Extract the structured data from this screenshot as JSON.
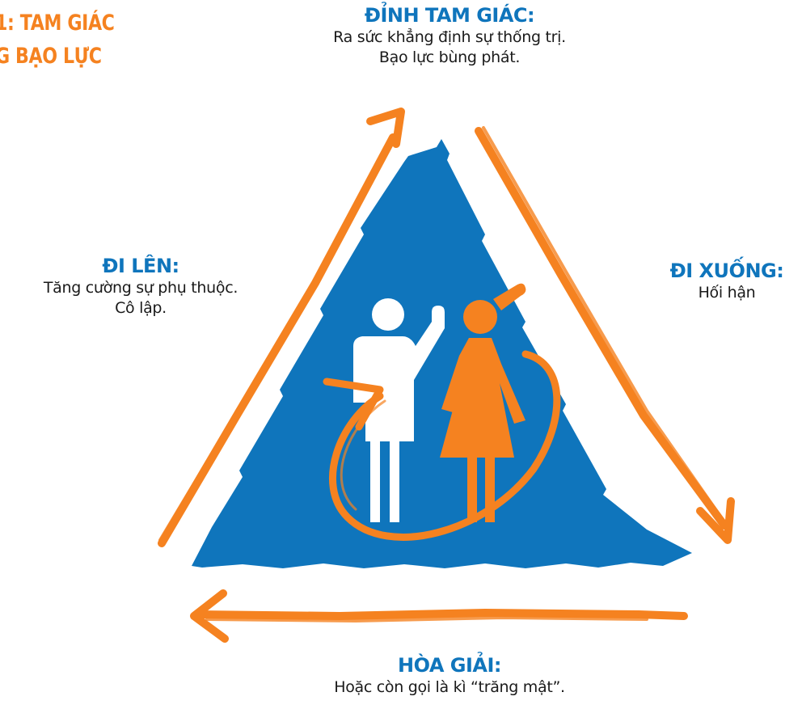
{
  "colors": {
    "blue": "#0f75bc",
    "orange": "#f58220",
    "white": "#ffffff",
    "text": "#1a1a1a"
  },
  "title": {
    "line1": "1: TAM GIÁC",
    "line2": "G BẠO LỰC"
  },
  "stages": {
    "top": {
      "heading": "ĐỈNH TAM GIÁC:",
      "line1": "Ra sức khẳng định sự thống trị.",
      "line2": "Bạo lực bùng phát."
    },
    "left": {
      "heading": "ĐI LÊN:",
      "line1": "Tăng cường sự phụ thuộc.",
      "line2": "Cô lập."
    },
    "right": {
      "heading": "ĐI XUỐNG:",
      "line1": "Hối hận"
    },
    "bottom": {
      "heading": "HÒA GIẢI:",
      "line1": "Hoặc còn gọi là kì “trăng mật”."
    }
  },
  "icons": {
    "man": "man-figure-icon",
    "woman": "woman-figure-icon"
  }
}
